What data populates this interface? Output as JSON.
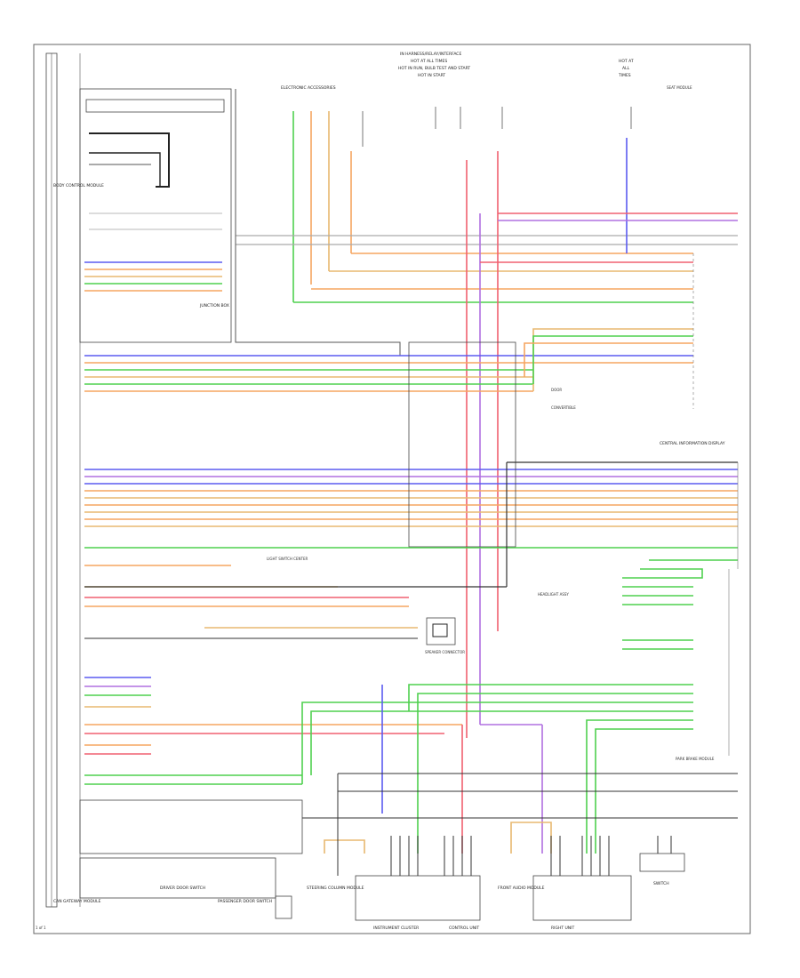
{
  "diagram": {
    "page_code": "1 of 1",
    "header_block": {
      "lines": [
        "IN HARNESS/RELAY/INTERFACE",
        "HOT AT ALL TIMES",
        "HOT IN RUN, BULB TEST AND START",
        "HOT IN START"
      ]
    },
    "top_right_block": [
      "HOT AT",
      "ALL",
      "TIMES"
    ],
    "electronics_block": "ELECTRONIC ACCESSORIES",
    "components": [
      {
        "id": "body-control-left",
        "label": "BODY CONTROL MODULE"
      },
      {
        "id": "rear-module",
        "label": "JUNCTION BOX"
      },
      {
        "id": "central-connector",
        "label": "CENTRAL INFORMATION DISPLAY"
      },
      {
        "id": "left-side-module",
        "label": "CAN GATEWAY MODULE"
      },
      {
        "id": "driver-switch",
        "label": "DRIVER DOOR SWITCH"
      },
      {
        "id": "pass-switch",
        "label": "PASSENGER DOOR SWITCH"
      },
      {
        "id": "steer-column",
        "label": "STEERING COLUMN MODULE"
      },
      {
        "id": "instr-cluster",
        "label": "INSTRUMENT CLUSTER"
      },
      {
        "id": "ctrl-unit",
        "label": "CONTROL UNIT"
      },
      {
        "id": "front-audio",
        "label": "FRONT AUDIO MODULE"
      },
      {
        "id": "right-unit",
        "label": "RIGHT UNIT"
      },
      {
        "id": "sw-1",
        "label": "SWITCH"
      }
    ],
    "legend": {
      "l1": "DOOR",
      "l2": "CONVERTIBLE"
    },
    "small_notes": {
      "left_mid_note": "LIGHT SWITCH CENTER",
      "left_low_note": "SPEAKER CONNECTOR",
      "center_note": "HEADLIGHT ASSY",
      "right_note": "PARK BRAKE MODULE",
      "right_note2": "SEAT MODULE"
    },
    "wire_colors": {
      "blue": "#5b5bf0",
      "orange": "#f5a560",
      "yellow_orange": "#e8b870",
      "green": "#4fd04f",
      "violet": "#b070e0",
      "red": "#f06070",
      "dark": "#333333",
      "grey": "#999999",
      "pink": "#f39090",
      "tan": "#c9a060"
    }
  }
}
